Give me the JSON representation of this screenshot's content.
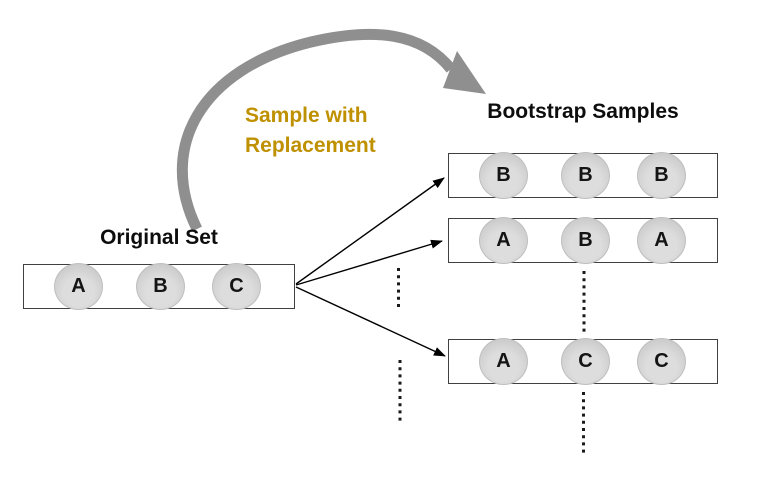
{
  "colors": {
    "accent_gold": "#BF9000",
    "curved_arrow_gray": "#8F8F8F",
    "item_circle_fill": "#D9D9D9",
    "box_border": "#404040",
    "straight_arrow_black": "#000000"
  },
  "original_set": {
    "label": "Original Set",
    "items": [
      "A",
      "B",
      "C"
    ]
  },
  "annotation": {
    "line1": "Sample with",
    "line2": "Replacement"
  },
  "bootstrap": {
    "title": "Bootstrap Samples",
    "samples": [
      {
        "items": [
          "B",
          "B",
          "B"
        ]
      },
      {
        "items": [
          "A",
          "B",
          "A"
        ]
      },
      {
        "items": [
          "A",
          "C",
          "C"
        ]
      }
    ]
  }
}
